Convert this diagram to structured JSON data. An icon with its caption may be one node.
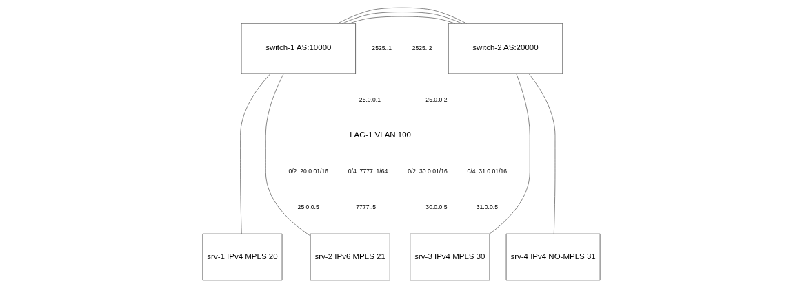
{
  "diagram": {
    "nodes": [
      {
        "text": [
          "switch-1 AS:10000"
        ]
      },
      {
        "text": [
          "switch-2 AS:20000"
        ]
      },
      {
        "text": [
          "srv-1 IPv4 MPLS 20"
        ]
      },
      {
        "text": [
          "srv-2 IPv6 MPLS 21"
        ]
      },
      {
        "text": [
          "srv-3 IPv4 MPLS 30"
        ]
      },
      {
        "text": [
          "srv-4 IPv4 NO-MPLS 31"
        ]
      }
    ],
    "edges": [
      {
        "from": 0,
        "to": 1,
        "arrow": "none"
      },
      {
        "from": 0,
        "to": 1,
        "arrow": "none"
      },
      {
        "from": 0,
        "to": 1,
        "arrow": "none"
      },
      {
        "from": 0,
        "to": 2,
        "arrow": "none"
      },
      {
        "from": 0,
        "to": 3,
        "arrow": "none"
      },
      {
        "from": 1,
        "to": 4,
        "arrow": "none"
      },
      {
        "from": 1,
        "to": 5,
        "arrow": "none"
      }
    ],
    "labels": [
      "2525::1",
      "2525::2",
      "25.0.0.1",
      "25.0.0.2",
      "LAG-1 VLAN 100",
      "0/2  20.0.01/16",
      "0/4  7777::1/64",
      "0/2  30.0.01/16",
      "0/4  31.0.01/16",
      "25.0.0.5",
      "7777::5",
      "30.0.0.5",
      "31.0.0.5"
    ]
  }
}
